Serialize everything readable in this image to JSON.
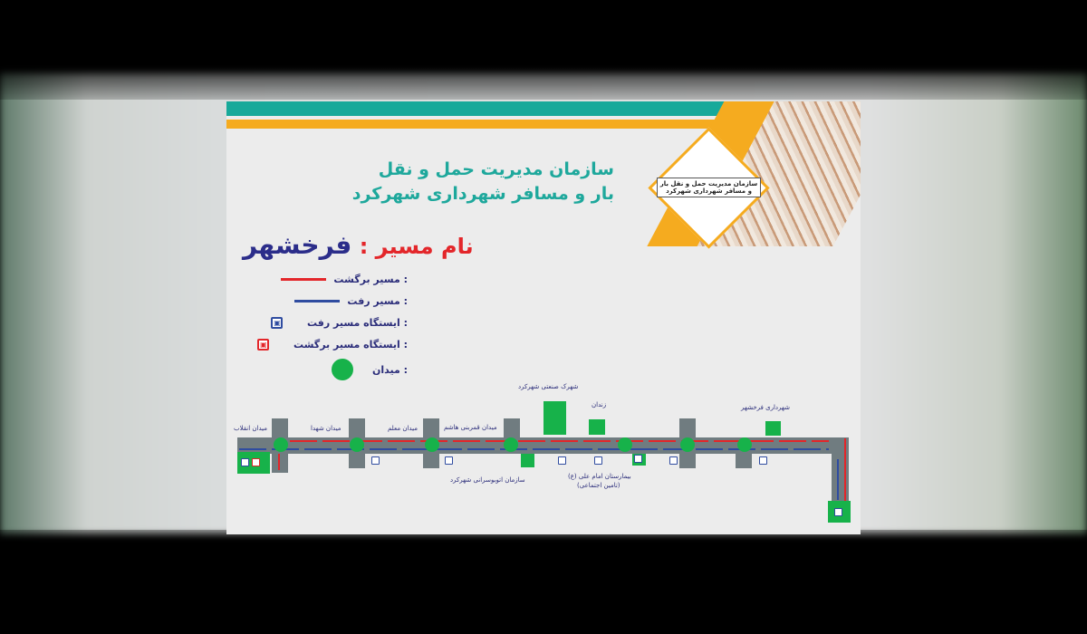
{
  "header": {
    "title_line1": "سازمان مدیریت حمل و نقل",
    "title_line2": "بار و مسافر شهرداری شهرکرد",
    "logo_text": "سازمان مدیریت حمل و نقل بار و مسافر شهرداری شهرکرد"
  },
  "route": {
    "label": "نام مسیر",
    "separator": ":",
    "name": "فرخشهر"
  },
  "legend": [
    {
      "label": ": مسیر برگشت",
      "symbol": "red-arrow"
    },
    {
      "label": ": مسیر رفت",
      "symbol": "blue-arrow"
    },
    {
      "label": ": ایستگاه مسیر رفت",
      "symbol": "blue-bus-stop"
    },
    {
      "label": ": ایستگاه مسیر برگشت",
      "symbol": "red-bus-stop"
    },
    {
      "label": ": میدان",
      "symbol": "green-circle"
    }
  ],
  "map": {
    "labels": {
      "enghelab": "میدان انقلاب",
      "shohada": "میدان شهدا",
      "moallem": "میدان معلم",
      "bani_hashem": "میدان قمربنی هاشم",
      "bus_org": "سازمان اتوبوسرانی شهرکرد",
      "industrial": "شهرک صنعتی شهرکرد",
      "prison": "زندان",
      "hospital": "بیمارستان امام علی (ع)",
      "hospital_sub": "(تامین اجتماعی)",
      "municipality": "شهرداری فرخشهر"
    }
  },
  "colors": {
    "teal": "#17a99a",
    "orange": "#f5ab1f",
    "green": "#17b24a",
    "red": "#e3262a",
    "blue": "#2f4ca0",
    "road": "#707c80"
  }
}
